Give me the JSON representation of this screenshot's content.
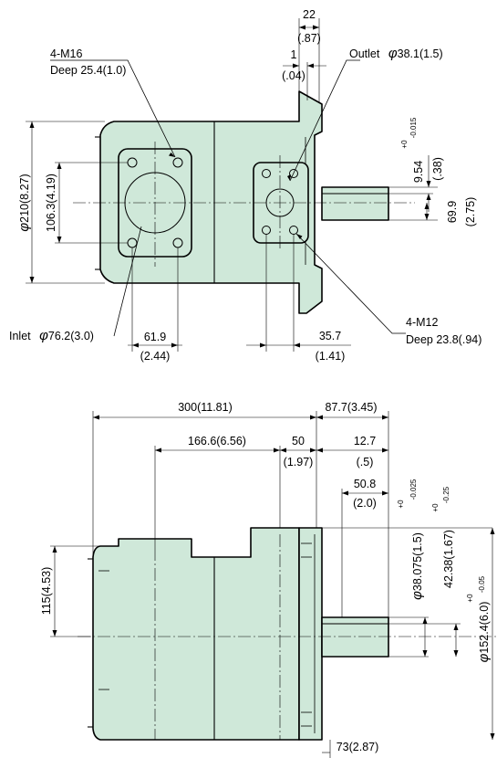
{
  "top_view": {
    "flange_width": "22",
    "flange_width_in": "(.87)",
    "flange_gap": "1",
    "flange_gap_in": "(.04)",
    "outlet_label": "Outlet",
    "outlet_dia": "38.1(1.5)",
    "outlet_bolts": "4-M16",
    "outlet_bolts_depth": "Deep 25.4(1.0)",
    "shaft_key_height": "9.54",
    "shaft_key_tol_upper": "+0",
    "shaft_key_tol_lower": "-0.015",
    "shaft_key_height_in": "(.38)",
    "shaft_height": "69.9",
    "shaft_height_in": "(2.75)",
    "body_height": "210(8.27)",
    "inlet_bolt_spacing": "106.3(4.19)",
    "inlet_label": "Inlet",
    "inlet_dia": "76.2(3.0)",
    "inlet_offset": "61.9",
    "inlet_offset_in": "(2.44)",
    "outlet_offset": "35.7",
    "outlet_offset_in": "(1.41)",
    "inlet_bolts": "4-M12",
    "inlet_bolts_depth": "Deep 23.8(.94)",
    "diameter_symbol": "φ"
  },
  "side_view": {
    "overall_length": "300(11.81)",
    "shaft_length": "87.7(3.45)",
    "body_mid_length": "166.6(6.56)",
    "step_length": "50",
    "step_length_in": "(1.97)",
    "shoulder_length": "12.7",
    "shoulder_length_in": "(.5)",
    "key_length": "50.8",
    "key_length_in": "(2.0)",
    "shaft_dia": "38.075(1.5)",
    "shaft_dia_tol_upper": "+0",
    "shaft_dia_tol_lower": "-0.025",
    "key_depth": "42.38(1.67)",
    "key_depth_tol_upper": "+0",
    "key_depth_tol_lower": "-0.25",
    "pilot_dia": "152.4(6.0)",
    "pilot_dia_tol_upper": "+0",
    "pilot_dia_tol_lower": "-0.05",
    "body_height": "115(4.53)",
    "flange_to_center": "73(2.87)",
    "diameter_symbol": "φ"
  }
}
